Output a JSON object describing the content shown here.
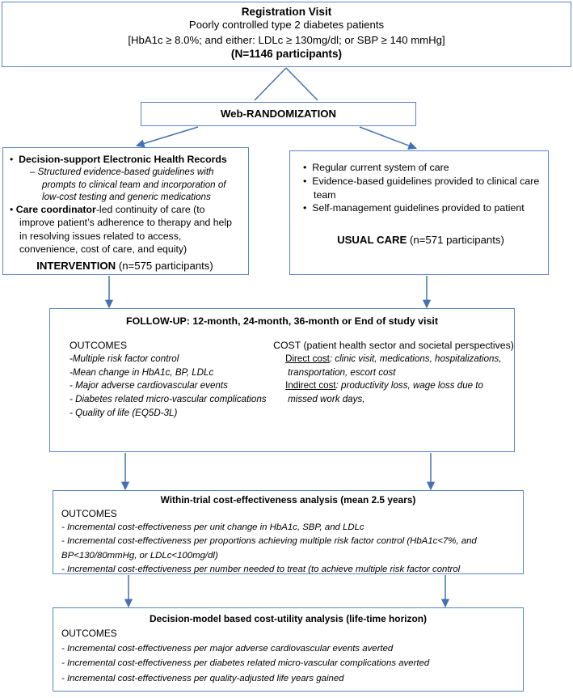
{
  "theme": {
    "border_color": "#5B84C4",
    "connector_color": "#4472B0",
    "background": "#ffffff",
    "text_color": "#000000"
  },
  "registration": {
    "title": "Registration Visit",
    "line2": "Poorly controlled type 2 diabetes patients",
    "line3": "[HbA1c ≥ 8.0%; and either: LDLc ≥ 130mg/dl; or SBP ≥ 140 mmHg]",
    "line4": "(N=1146 participants)"
  },
  "randomization": {
    "title": "Web-RANDOMIZATION"
  },
  "intervention": {
    "bullet1_bold": "Decision-support",
    "bullet1_rest": " Electronic Health Records",
    "sub1": "–  Structured evidence-based guidelines with prompts to clinical team and incorporation of low-cost testing and generic medications",
    "bullet2_bold": "Care coordinator",
    "bullet2_rest": "-led continuity of care (to improve patient’s adherence to therapy and help in resolving issues related to access, convenience, cost of care, and equity)",
    "label_bold": "INTERVENTION",
    "label_rest": " (n=575 participants)"
  },
  "usual_care": {
    "bullets": [
      "Regular current system of care",
      "Evidence-based guidelines provided to clinical care team",
      "Self-management guidelines provided to patient"
    ],
    "label_bold": "USUAL CARE",
    "label_rest": " (n=571 participants)"
  },
  "followup": {
    "header": "FOLLOW-UP: 12-month, 24-month, 36-month or End of study visit",
    "outcomes_heading": "OUTCOMES",
    "outcomes": [
      "-Multiple risk factor control",
      "-Mean change in HbA1c, BP, LDLc",
      "- Major adverse cardiovascular events",
      "- Diabetes related micro-vascular complications",
      "- Quality of life (EQ5D-3L)"
    ],
    "cost_heading": "COST (patient health sector and societal perspectives)",
    "direct_label": "Direct cost",
    "direct_text": ": clinic visit, medications, hospitalizations, transportation, escort cost",
    "indirect_label": "Indirect cost",
    "indirect_text": ": productivity loss, wage loss due to missed work days,"
  },
  "within_trial": {
    "header": "Within-trial cost-effectiveness analysis (mean 2.5 years)",
    "outcomes_heading": "OUTCOMES",
    "outcomes": [
      "- Incremental cost-effectiveness per unit change in HbA1c, SBP, and LDLc",
      "- Incremental cost-effectiveness per proportions achieving multiple risk factor control (HbA1c<7%, and BP<130/80mmHg, or LDLc<100mg/dl)",
      "- Incremental cost-effectiveness per number needed to treat (to achieve multiple risk factor control"
    ]
  },
  "decision_model": {
    "header": "Decision-model based cost-utility analysis (life-time horizon)",
    "outcomes_heading": "OUTCOMES",
    "outcomes": [
      "- Incremental cost-effectiveness per major adverse cardiovascular events averted",
      "- Incremental cost-effectiveness per diabetes related micro-vascular complications averted",
      "- Incremental cost-effectiveness per quality-adjusted life years gained"
    ]
  },
  "connectors": {
    "names": [
      "registration-to-randomization-left",
      "registration-to-randomization-right",
      "randomization-to-intervention",
      "randomization-to-usual-care",
      "intervention-to-followup",
      "usual-care-to-followup",
      "followup-to-withintrial-left",
      "followup-to-withintrial-right",
      "withintrial-to-decisionmodel-left",
      "withintrial-to-decisionmodel-right"
    ]
  }
}
